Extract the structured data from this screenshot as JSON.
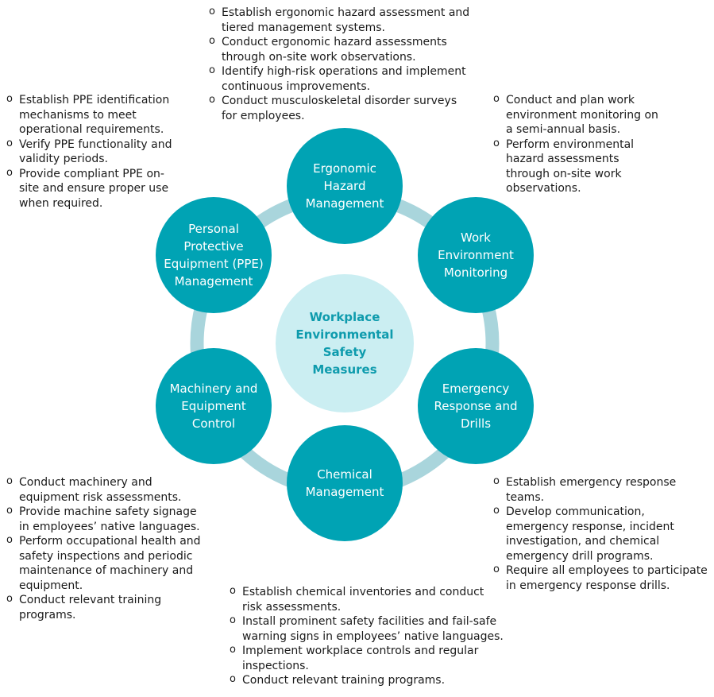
{
  "title": "Workplace Environmental Safety Measures",
  "nodes": {
    "ergonomic": "Ergonomic Hazard Management",
    "work_env": "Work Environment Monitoring",
    "emergency": "Emergency Response and Drills",
    "chemical": "Chemical Management",
    "machinery": "Machinery and Equipment Control",
    "ppe": "Personal Protective Equipment (PPE) Management"
  },
  "lists": {
    "ergonomic": [
      "Establish ergonomic hazard assessment and tiered management systems.",
      "Conduct ergonomic hazard assessments through on-site work observations.",
      "Identify high-risk operations and implement continuous improvements.",
      "Conduct musculoskeletal disorder surveys for employees."
    ],
    "work_env": [
      "Conduct and plan work environment monitoring on a semi-annual basis.",
      "Perform environmental hazard assessments through on-site work observations."
    ],
    "ppe": [
      "Establish PPE identification mechanisms to meet operational requirements.",
      "Verify PPE functionality and validity periods.",
      "Provide compliant PPE on-site and ensure proper use when required."
    ],
    "machinery": [
      "Conduct machinery and equipment risk assessments.",
      "Provide machine safety signage in employees’ native languages.",
      "Perform occupational health and safety inspections and periodic maintenance of machinery and equipment.",
      "Conduct relevant training programs."
    ],
    "emergency": [
      "Establish emergency response teams.",
      "Develop communication, emergency response, incident investigation, and chemical emergency drill programs.",
      "Require all employees to participate in emergency response drills."
    ],
    "chemical": [
      "Establish chemical inventories and conduct risk assessments.",
      "Install prominent safety facilities and fail-safe warning signs in employees’ native languages.",
      "Implement workplace controls and regular inspections.",
      "Conduct relevant training programs."
    ]
  },
  "colors": {
    "node": "#00a3b4",
    "center_fill": "#cbeef2",
    "center_text": "#0e9bad",
    "ring": "#a9d5dc"
  }
}
